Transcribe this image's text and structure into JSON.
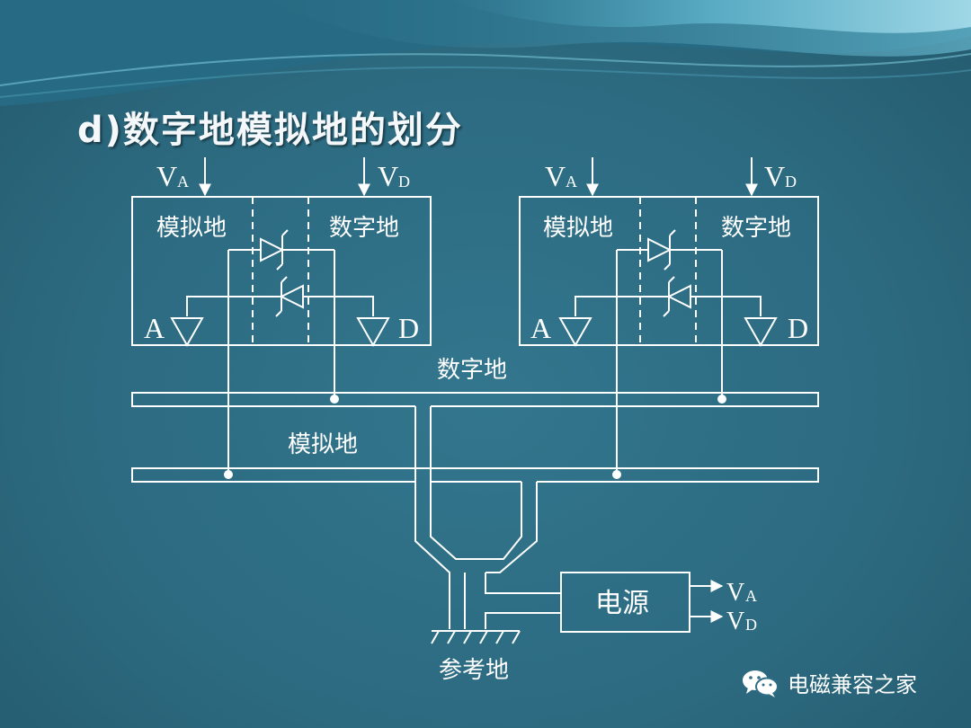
{
  "slide": {
    "title": "d)数字地模拟地的划分"
  },
  "diagram": {
    "chip_left": {
      "va_label": "V",
      "va_sub": "A",
      "vd_label": "V",
      "vd_sub": "D",
      "analog_label": "模拟地",
      "digital_label": "数字地",
      "a_label": "A",
      "d_label": "D"
    },
    "chip_right": {
      "va_label": "V",
      "va_sub": "A",
      "vd_label": "V",
      "vd_sub": "D",
      "analog_label": "模拟地",
      "digital_label": "数字地",
      "a_label": "A",
      "d_label": "D"
    },
    "digital_bus_label": "数字地",
    "analog_bus_label": "模拟地",
    "power_label": "电源",
    "out_va_label": "V",
    "out_va_sub": "A",
    "out_vd_label": "V",
    "out_vd_sub": "D",
    "reference_ground_label": "参考地"
  },
  "watermark": {
    "text": "电磁兼容之家",
    "icon": "wechat-icon"
  },
  "colors": {
    "background": "#2f6e85",
    "lines": "#ffffff",
    "title": "#f4f8fa"
  }
}
